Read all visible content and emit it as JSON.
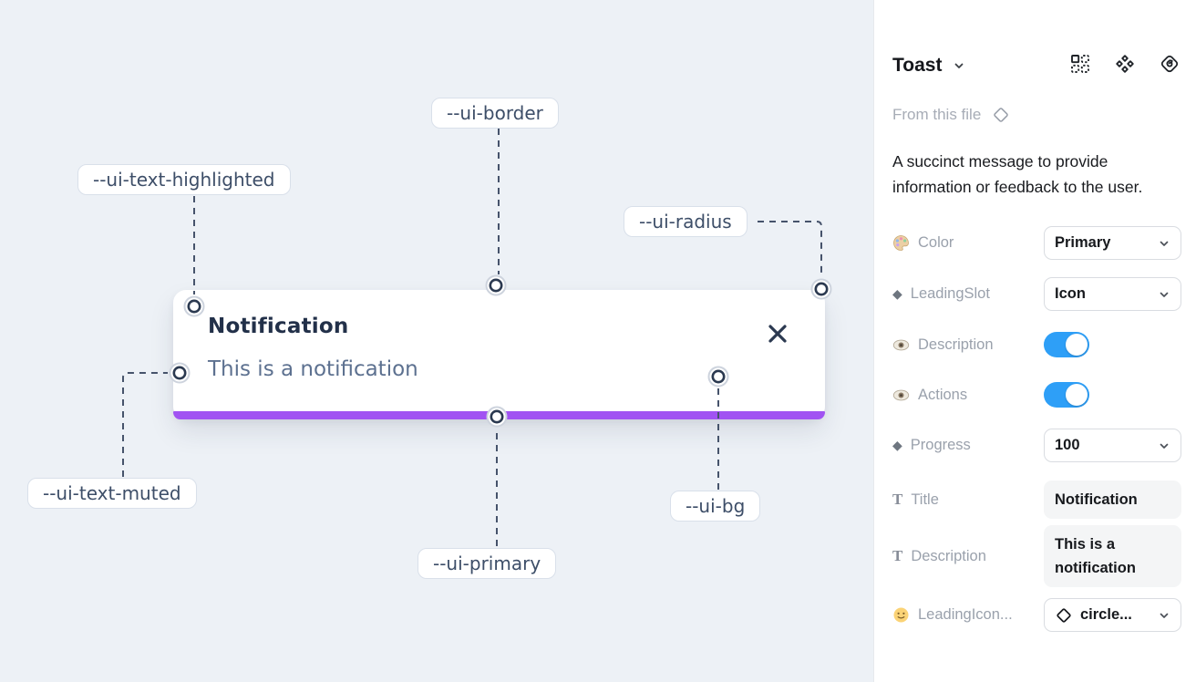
{
  "canvas": {
    "toast": {
      "title": "Notification",
      "description": "This is a notification"
    },
    "annotations": [
      {
        "label": "--ui-border"
      },
      {
        "label": "--ui-text-highlighted"
      },
      {
        "label": "--ui-radius"
      },
      {
        "label": "--ui-text-muted"
      },
      {
        "label": "--ui-primary"
      },
      {
        "label": "--ui-bg"
      }
    ]
  },
  "panel": {
    "title": "Toast",
    "source_label": "From this file",
    "description": "A succinct message to provide information or feedback to the user.",
    "header_icons": [
      "instance-grid-icon",
      "component-diamonds-icon",
      "logo-curl-icon"
    ],
    "properties": [
      {
        "icon": "palette-icon",
        "label": "Color",
        "control": "select",
        "value": "Primary"
      },
      {
        "icon": "diamond-icon",
        "label": "LeadingSlot",
        "control": "select",
        "value": "Icon"
      },
      {
        "icon": "eye-icon",
        "label": "Description",
        "control": "toggle",
        "value": "on"
      },
      {
        "icon": "eye-icon",
        "label": "Actions",
        "control": "toggle",
        "value": "on"
      },
      {
        "icon": "diamond-icon",
        "label": "Progress",
        "control": "select",
        "value": "100"
      },
      {
        "icon": "text-icon",
        "label": "Title",
        "control": "text",
        "value": "Notification"
      },
      {
        "icon": "text-icon",
        "label": "Description",
        "control": "text",
        "value": "This is a notification"
      },
      {
        "icon": "smiley-icon",
        "label": "LeadingIcon...",
        "control": "select-icon",
        "value": "circle..."
      }
    ],
    "colors": {
      "toggle_accent": "#2e9ff7",
      "toast_primary": "#a153f2",
      "canvas_bg": "#edf1f6"
    }
  }
}
